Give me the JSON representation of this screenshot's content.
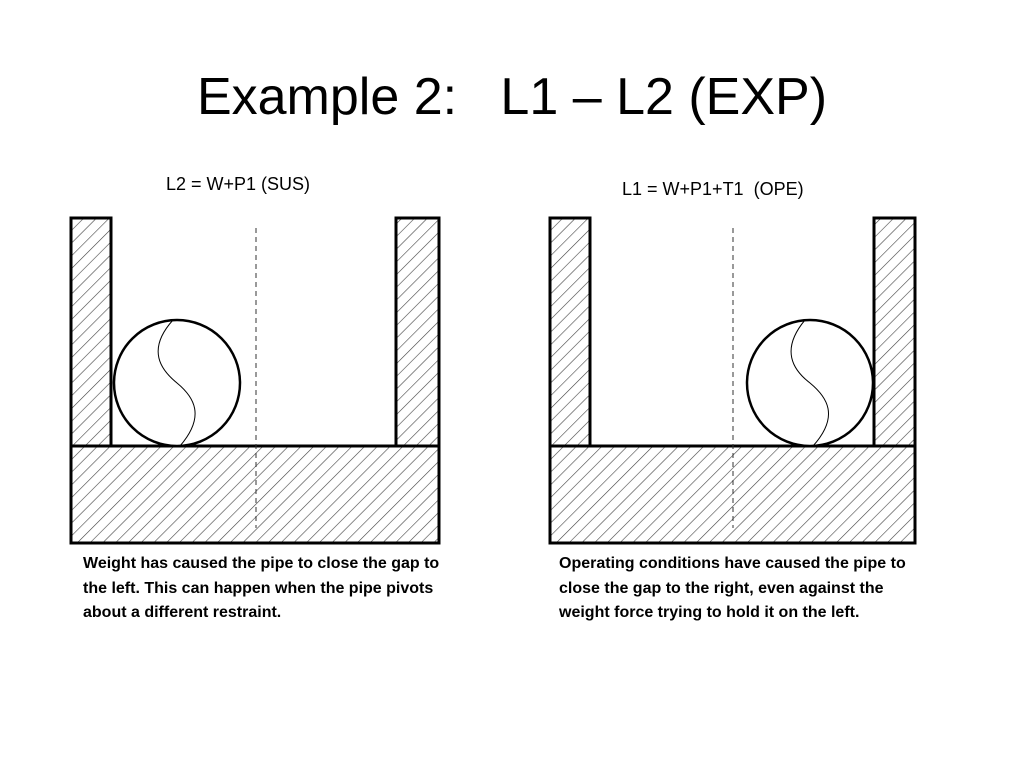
{
  "title": "Example 2:   L1 – L2 (EXP)",
  "panels": [
    {
      "label": "L2 = W+P1 (SUS)",
      "caption": "Weight has caused the pipe to close the gap to the left.  This can happen when the pipe pivots about a different restraint.",
      "pipe_contact_side": "left"
    },
    {
      "label": "L1 = W+P1+T1  (OPE)",
      "caption": "Operating conditions have caused the pipe to close the gap to the right, even against the weight force trying to hold it on the left.",
      "pipe_contact_side": "right"
    }
  ],
  "colors": {
    "line": "#000000",
    "hatch": "#444444",
    "background": "#ffffff"
  }
}
